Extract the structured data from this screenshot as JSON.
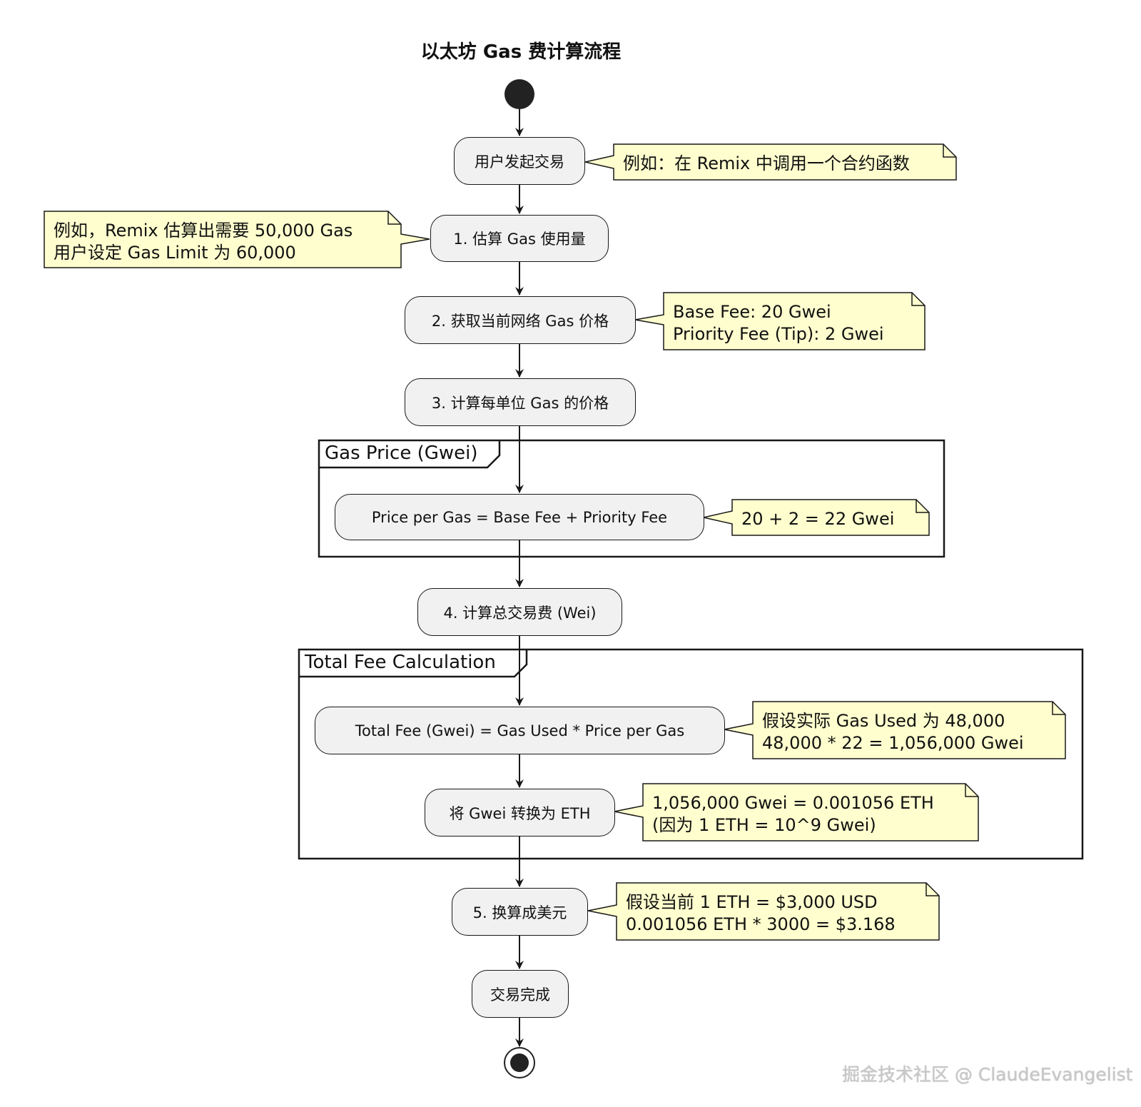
{
  "title": "以太坊 Gas 费计算流程",
  "steps": {
    "start_tx": "用户发起交易",
    "estimate": "1. 估算 Gas 使用量",
    "get_price": "2. 获取当前网络 Gas 价格",
    "calc_unit": "3. 计算每单位 Gas 的价格",
    "price_formula": "Price per Gas = Base Fee + Priority Fee",
    "calc_total": "4. 计算总交易费 (Wei)",
    "total_formula": "Total Fee (Gwei) = Gas Used * Price per Gas",
    "convert_eth": "将 Gwei 转换为 ETH",
    "to_usd": "5. 换算成美元",
    "done": "交易完成"
  },
  "notes": {
    "start_tx": "例如：在 Remix 中调用一个合约函数",
    "estimate": "例如，Remix 估算出需要 50,000 Gas\n用户设定 Gas Limit 为 60,000",
    "get_price": "Base Fee: 20 Gwei\nPriority Fee (Tip): 2 Gwei",
    "price_formula": "20 + 2 = 22 Gwei",
    "total_formula": "假设实际 Gas Used 为 48,000\n48,000 * 22 = 1,056,000 Gwei",
    "convert_eth": "1,056,000 Gwei = 0.001056 ETH\n(因为 1 ETH = 10^9 Gwei)",
    "to_usd": "假设当前 1 ETH = $3,000 USD\n0.001056 ETH * 3000 = $3.168"
  },
  "frames": {
    "gas_price": "Gas Price (Gwei)",
    "total_fee": "Total Fee Calculation"
  },
  "watermark": "掘金技术社区 @ ClaudeEvangelist",
  "colors": {
    "node_fill": "#f1f1f1",
    "note_fill": "#fefece",
    "line": "#181818"
  }
}
